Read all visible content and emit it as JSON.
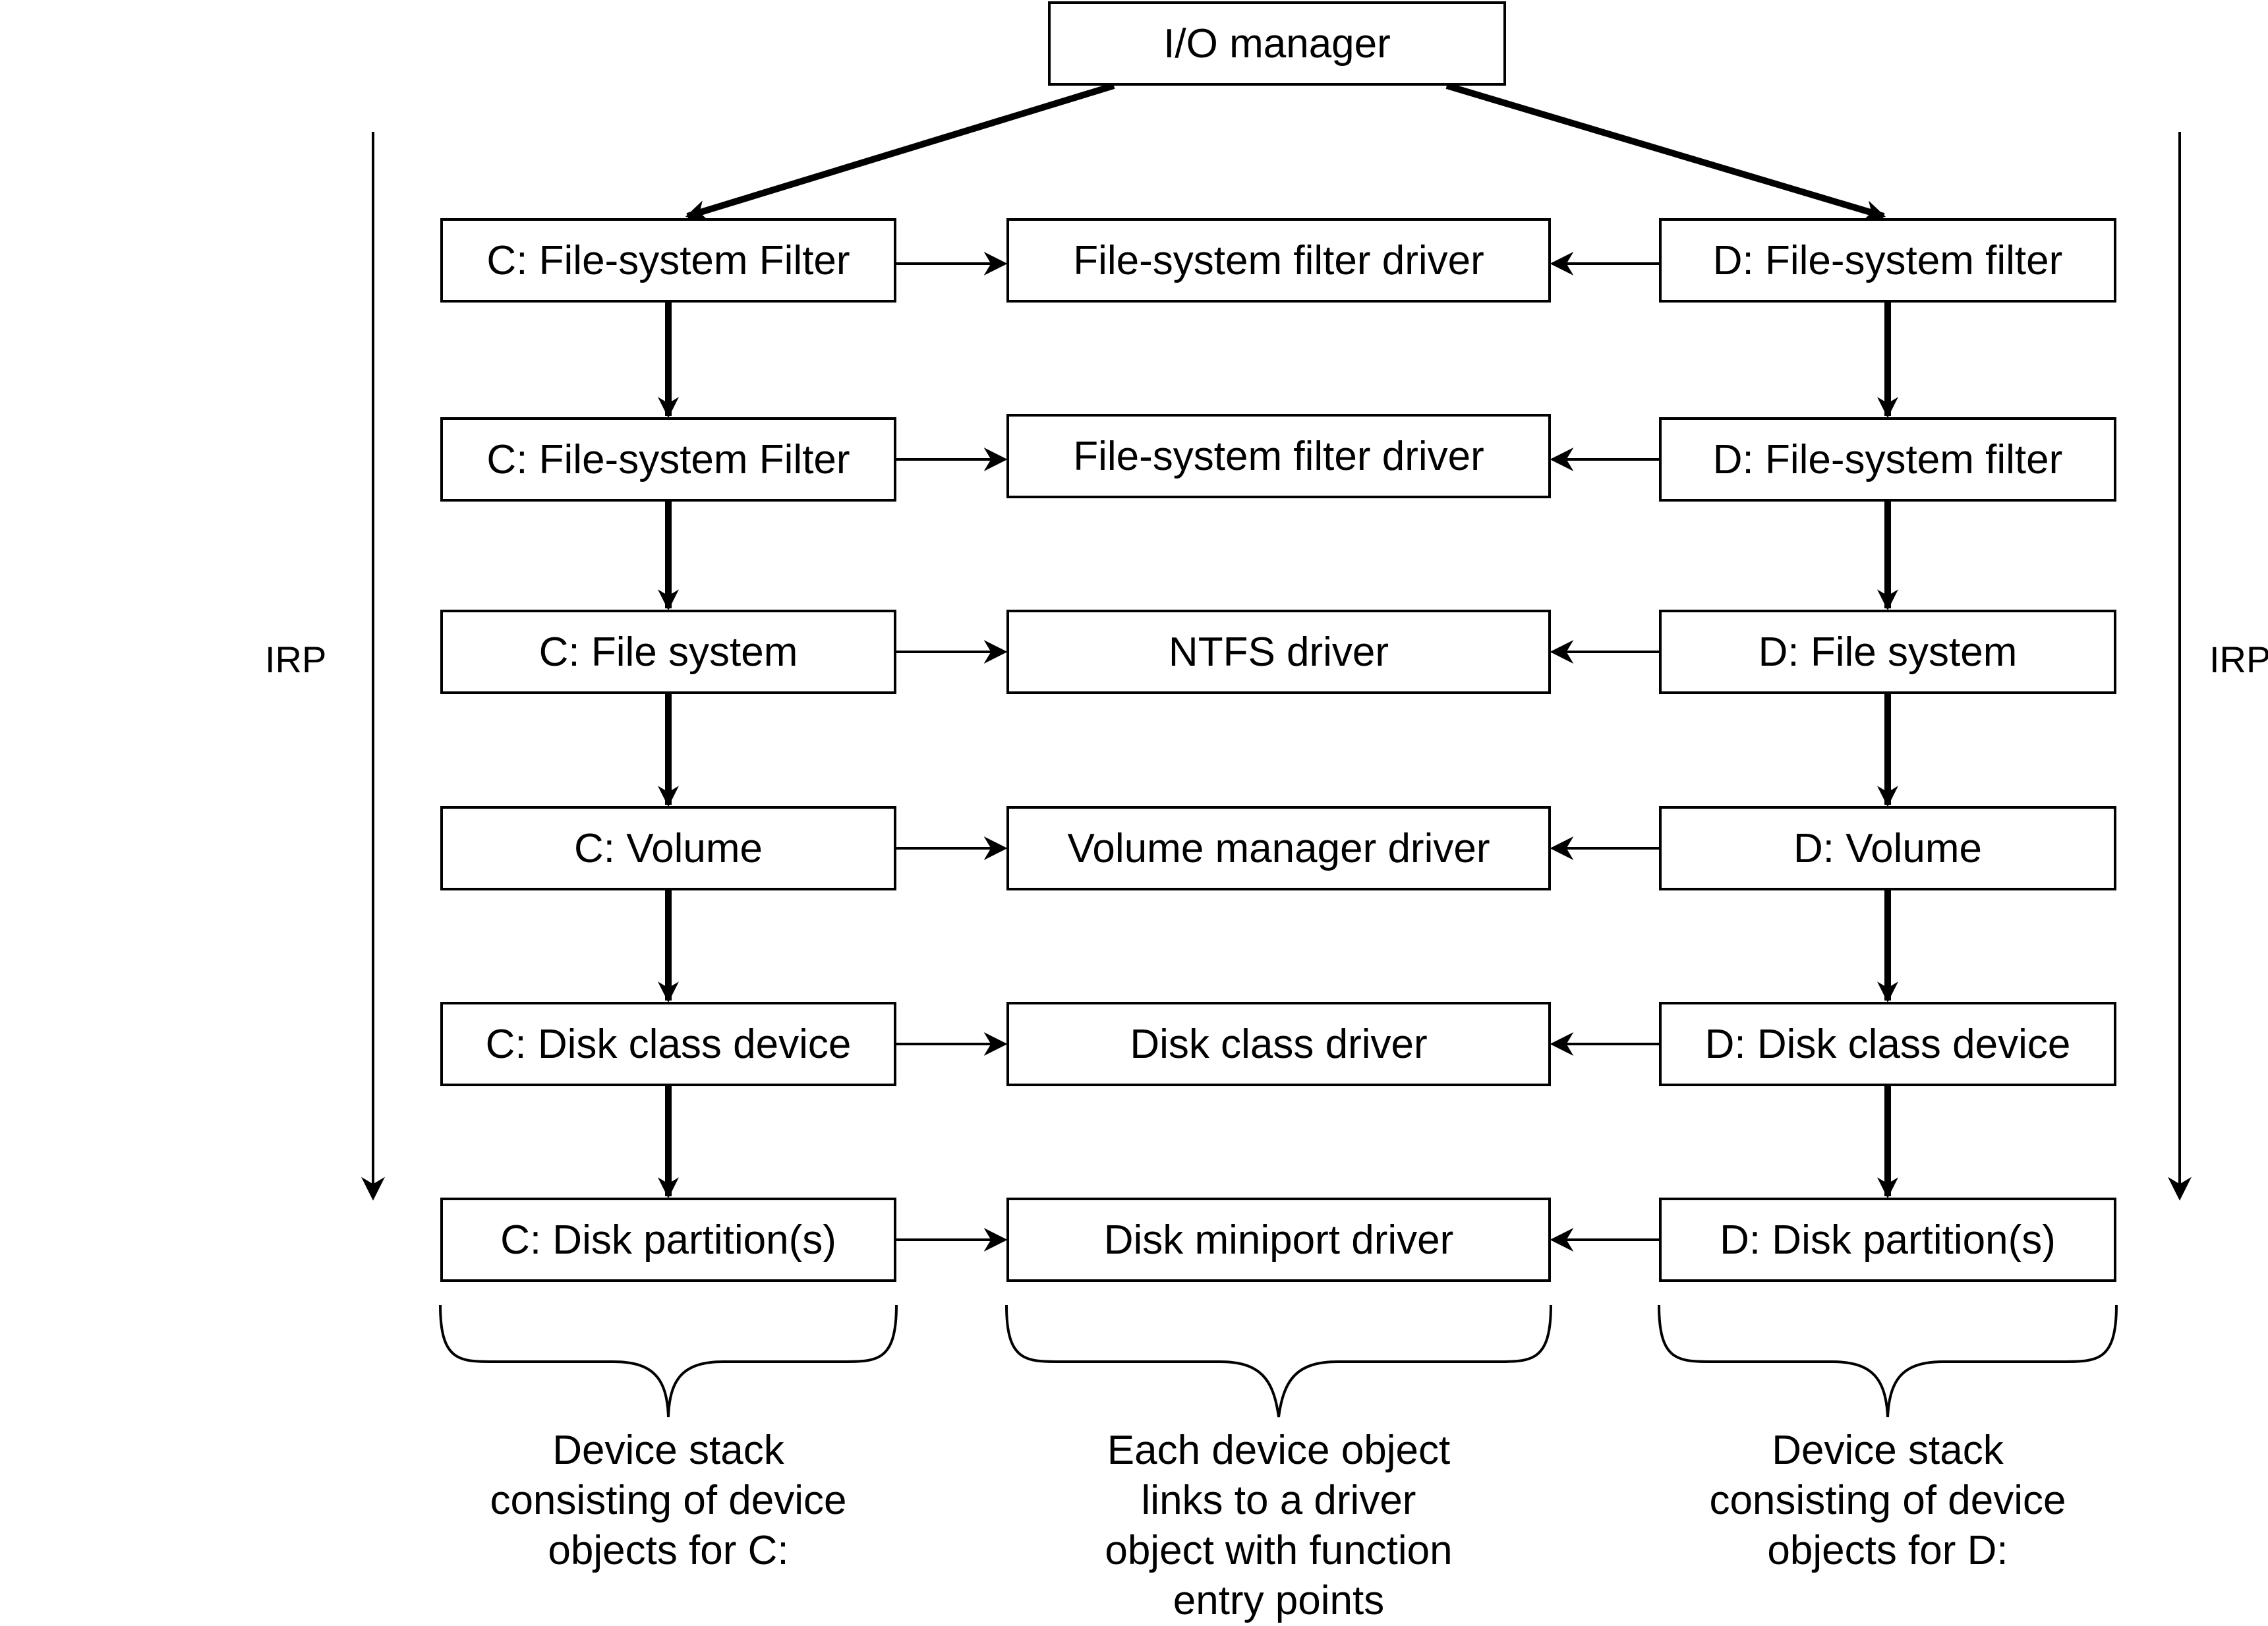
{
  "io_manager": "I/O manager",
  "irp_label": "IRP",
  "left_stack": [
    "C: File-system Filter",
    "C: File-system Filter",
    "C: File system",
    "C: Volume",
    "C: Disk class device",
    "C: Disk partition(s)"
  ],
  "drivers": [
    "File-system filter driver",
    "File-system filter driver",
    "NTFS driver",
    "Volume manager driver",
    "Disk class driver",
    "Disk miniport driver"
  ],
  "right_stack": [
    "D: File-system filter",
    "D: File-system filter",
    "D: File system",
    "D: Volume",
    "D: Disk class device",
    "D: Disk partition(s)"
  ],
  "captions": {
    "left": [
      "Device stack",
      "consisting of device",
      "objects for C:"
    ],
    "middle": [
      "Each device object",
      "links to a driver",
      "object with function",
      "entry points"
    ],
    "right": [
      "Device stack",
      "consisting of device",
      "objects for D:"
    ]
  }
}
